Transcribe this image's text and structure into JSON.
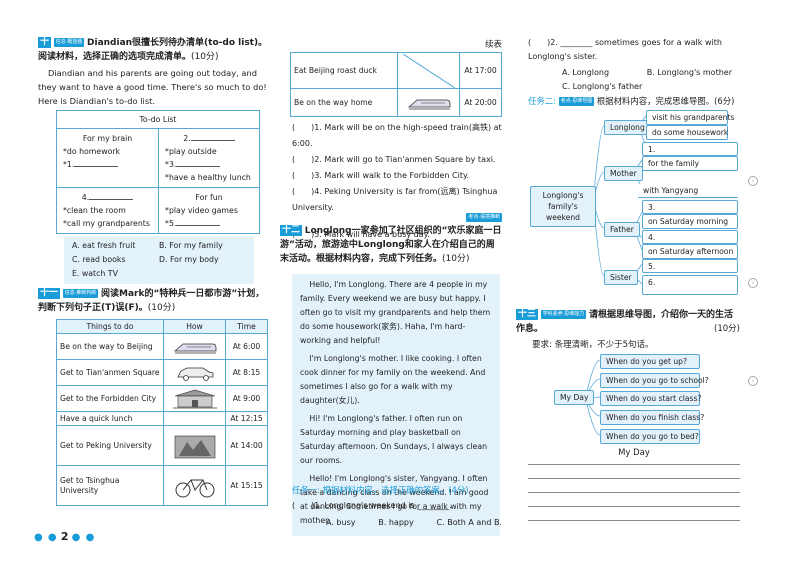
{
  "continued": "续表",
  "page_number": "2",
  "q10": {
    "num": "十",
    "tag": "信息·概括题",
    "title": "Diandian很擅长列待办清单(to-do list)。阅读材料，选择正确的选项完成清单。",
    "score": "(10分)",
    "passage": "Diandian and his parents are going out today, and they want to have a good time. There's so much to do! Here is Diandian's to-do list.",
    "list_title": "To-do List",
    "cells": [
      {
        "head": "For my brain",
        "lines": [
          "*do homework",
          "*1."
        ]
      },
      {
        "head": "2.",
        "lines": [
          "*play outside",
          "*3.",
          "*have a healthy lunch"
        ]
      },
      {
        "head": "4.",
        "lines": [
          "*clean the room",
          "*call my grandparents"
        ]
      },
      {
        "head": "For fun",
        "lines": [
          "*play video games",
          "*5."
        ]
      }
    ],
    "options": [
      "A. eat fresh fruit",
      "B. For my family",
      "C. read books",
      "D. For my body",
      "E. watch TV"
    ]
  },
  "q11": {
    "num": "十一",
    "tag": "信息·推断判断",
    "title": "阅读Mark的“特种兵一日都市游”计划，判断下列句子正(T)误(F)。",
    "score": "(10分)",
    "headers": [
      "Things to do",
      "How",
      "Time"
    ],
    "rows": [
      {
        "thing": "Be on the way to Beijing",
        "icon": "train-icon",
        "time": "At 6:00"
      },
      {
        "thing": "Get to Tian'anmen Square",
        "icon": "taxi-icon",
        "time": "At 8:15"
      },
      {
        "thing": "Get to the Forbidden City",
        "icon": "palace-icon",
        "time": "At 9:00"
      },
      {
        "thing": "Have a quick lunch",
        "icon": "",
        "time": "At 12:15"
      },
      {
        "thing": "Get to Peking University",
        "icon": "campus-icon",
        "time": "At 14:00"
      },
      {
        "thing": "Get to Tsinghua University",
        "icon": "bicycle-icon",
        "time": "At 15:15"
      }
    ],
    "continued_rows": [
      {
        "thing": "Eat Beijing roast duck",
        "time": "At 17:00"
      },
      {
        "thing": "Be on the way home",
        "icon": "train-icon",
        "time": "At 20:00"
      }
    ],
    "statements": [
      "(　　)1. Mark will be on the high-speed train(高铁) at 6:00.",
      "(　　)2. Mark will go to Tian'anmen Square by taxi.",
      "(　　)3. Mark will walk to the Forbidden City.",
      "(　　)4. Peking University is far from(远离) Tsinghua University.",
      "(　　)5. Mark will have a busy day."
    ],
    "statement4_tag": "考点·语境推断"
  },
  "q12": {
    "num": "十二",
    "title": "Longlong一家参加了社区组织的“欢乐家庭一日游”活动，旅游途中Longlong和家人在介绍自己的周末活动。根据材料内容，完成下列任务。",
    "score": "(10分)",
    "paragraphs": [
      "Hello, I'm Longlong. There are 4 people in my family. Every weekend we are busy but happy. I often go to visit my grandparents and help them do some housework(家务). Haha, I'm hard-working and helpful!",
      "I'm Longlong's mother. I like cooking. I often cook dinner for my family on the weekend. And sometimes I also go for a walk with my daughter(女儿).",
      "Hi! I'm Longlong's father. I often run on Saturday morning and play basketball on Saturday afternoon. On Sundays, I always clean our rooms.",
      "Hello! I'm Longlong's sister, Yangyang. I often take a dancing class on the weekend. I am good at dancing. Sometimes I go for a walk with my mother."
    ],
    "task1": "任务一: 根据材料内容，选择正确的答案。(4分)",
    "q1": "(　　)1. Longlong's weekend is ________.",
    "q1_options": [
      "A. busy",
      "B. happy",
      "C. Both A and B."
    ],
    "q2": "(　　)2. ________ sometimes goes for a walk with Longlong's sister.",
    "q2_options": [
      "A. Longlong",
      "B. Longlong's mother",
      "C. Longlong's father"
    ],
    "task2_prefix": "任务二:",
    "task2_tag": "考点·思维导图",
    "task2_text": "根据材料内容，完成思维导图。(6分)",
    "mindmap": {
      "center": "Longlong's family's weekend",
      "branches": [
        "Longlong",
        "Mother",
        "Father",
        "Sister"
      ],
      "leaves": [
        "visit his grandparents",
        "do some housework",
        "1.",
        "for the family",
        "with Yangyang",
        "3.",
        "on Saturday morning",
        "4.",
        "on Saturday afternoon",
        "5.",
        "6."
      ]
    }
  },
  "q13": {
    "num": "十三",
    "tag": "学科素养·思维能力",
    "title": "请根据思维导图，介绍你一天的生活作息。",
    "score": "(10分)",
    "requirement": "要求: 条理清晰，不少于5句话。",
    "center": "My Day",
    "questions": [
      "When do you get up?",
      "When do you go to school?",
      "When do you start class?",
      "When do you finish class?",
      "When do you go to bed?"
    ],
    "writing_title": "My Day"
  }
}
